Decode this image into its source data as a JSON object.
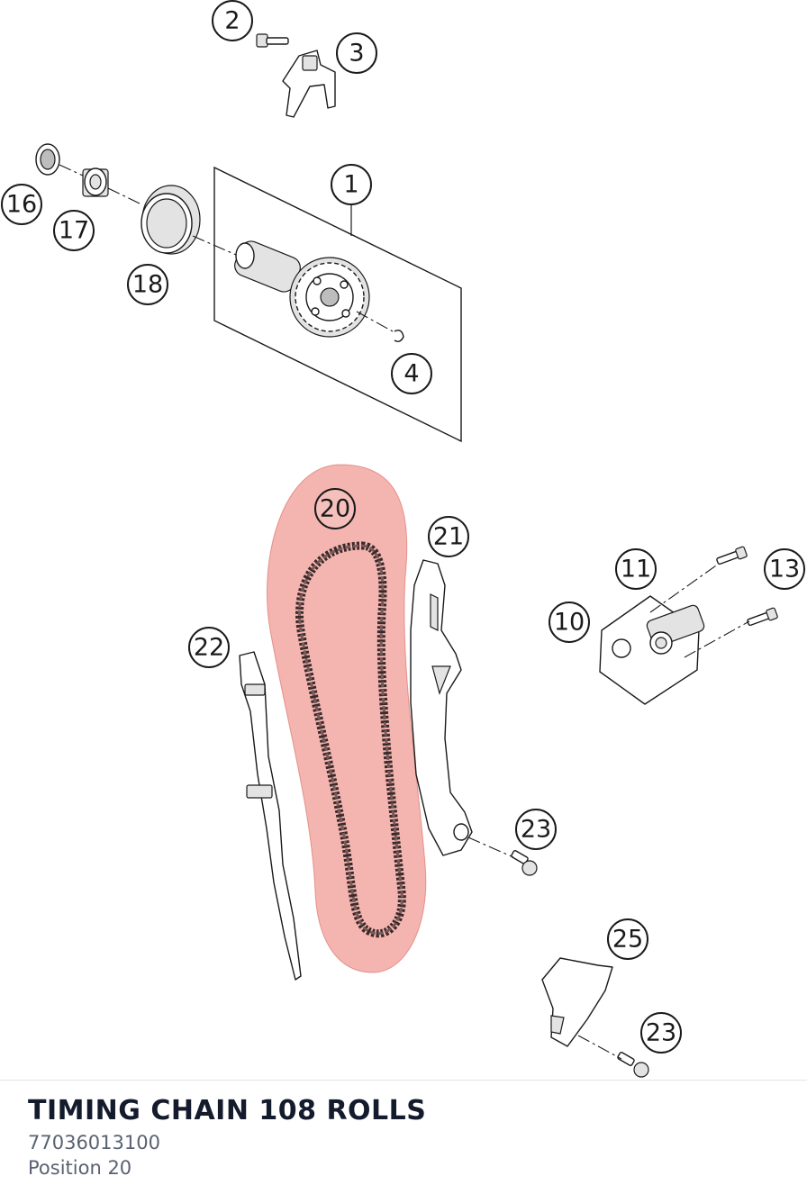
{
  "diagram": {
    "callouts": {
      "c1": "1",
      "c2": "2",
      "c3": "3",
      "c4": "4",
      "c10": "10",
      "c11": "11",
      "c13": "13",
      "c16": "16",
      "c17": "17",
      "c18": "18",
      "c20": "20",
      "c21": "21",
      "c22": "22",
      "c23a": "23",
      "c23b": "23",
      "c25": "25"
    },
    "selected_callout": "20",
    "highlight_color": "#e65a50"
  },
  "part": {
    "title": "TIMING CHAIN 108 ROLLS",
    "number": "77036013100",
    "position": "Position 20"
  }
}
